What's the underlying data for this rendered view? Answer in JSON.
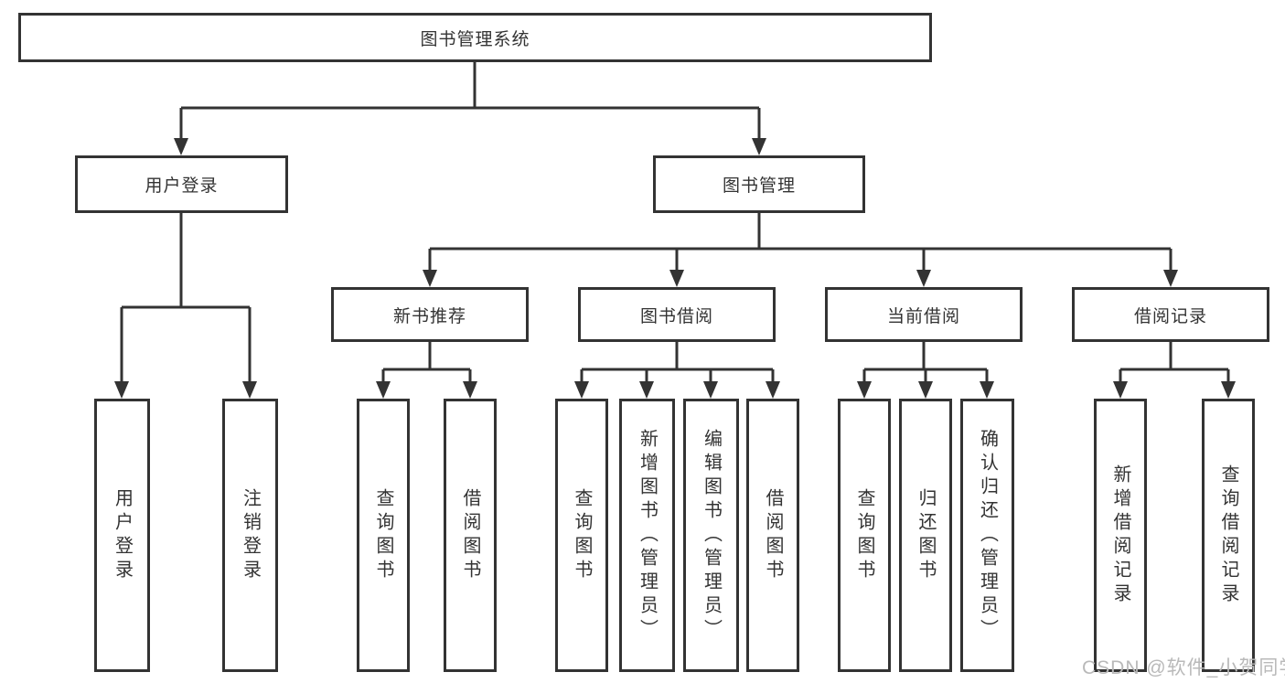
{
  "diagram": {
    "root": {
      "label": "图书管理系统",
      "children": [
        {
          "label": "用户登录",
          "children": [
            {
              "label": "用户登录"
            },
            {
              "label": "注销登录"
            }
          ]
        },
        {
          "label": "图书管理",
          "children": [
            {
              "label": "新书推荐",
              "children": [
                {
                  "label": "查询图书"
                },
                {
                  "label": "借阅图书"
                }
              ]
            },
            {
              "label": "图书借阅",
              "children": [
                {
                  "label": "查询图书"
                },
                {
                  "label": "新增图书（管理员）"
                },
                {
                  "label": "编辑图书（管理员）"
                },
                {
                  "label": "借阅图书"
                }
              ]
            },
            {
              "label": "当前借阅",
              "children": [
                {
                  "label": "查询图书"
                },
                {
                  "label": "归还图书"
                },
                {
                  "label": "确认归还（管理员）"
                }
              ]
            },
            {
              "label": "借阅记录",
              "children": [
                {
                  "label": "新增借阅记录"
                },
                {
                  "label": "查询借阅记录"
                }
              ]
            }
          ]
        }
      ]
    }
  },
  "watermark": {
    "text": "CSDN @软件_小贺同学"
  },
  "colors": {
    "line": "#333333",
    "text": "#333333",
    "background": "#ffffff",
    "watermark": "#b9b9b9"
  }
}
